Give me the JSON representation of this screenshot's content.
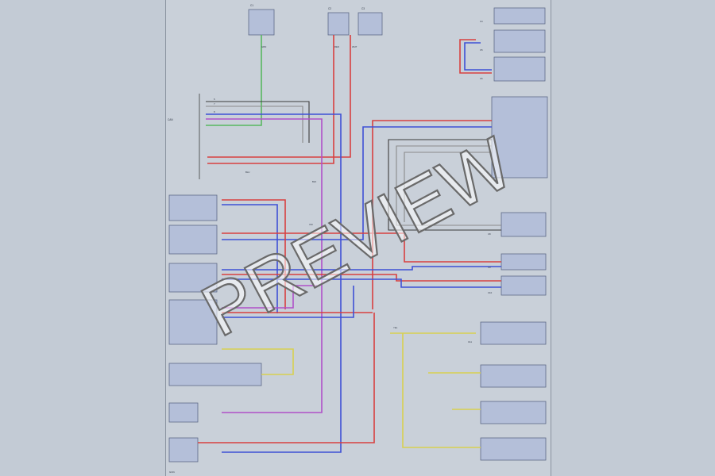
{
  "watermark": {
    "text": "PREVIEW"
  },
  "colors": {
    "page_bg": "#c3cbd5",
    "sheet_bg": "#c9d0d9",
    "module_fill": "#b4bfd9",
    "wire_red": "#d84040",
    "wire_blue": "#3e50d6",
    "wire_green": "#58b860",
    "wire_yellow": "#d8d050",
    "wire_violet": "#b050c8"
  },
  "labels": {
    "connector_left": "CAN",
    "pin_6": "6",
    "pin_7": "7",
    "pin_8": "8",
    "c1": "C1",
    "c2": "C2",
    "c3": "C3",
    "c4": "C4",
    "c5": "C5",
    "c6": "C6",
    "c7": "C7",
    "c8": "C8",
    "c9": "C9",
    "c10": "C10",
    "c11": "C11",
    "wht": "WHT",
    "blu": "BLU",
    "red": "RED",
    "grn": "GRN",
    "yel": "YEL",
    "vio": "VIO",
    "blk": "BLK",
    "ground": "G101"
  }
}
